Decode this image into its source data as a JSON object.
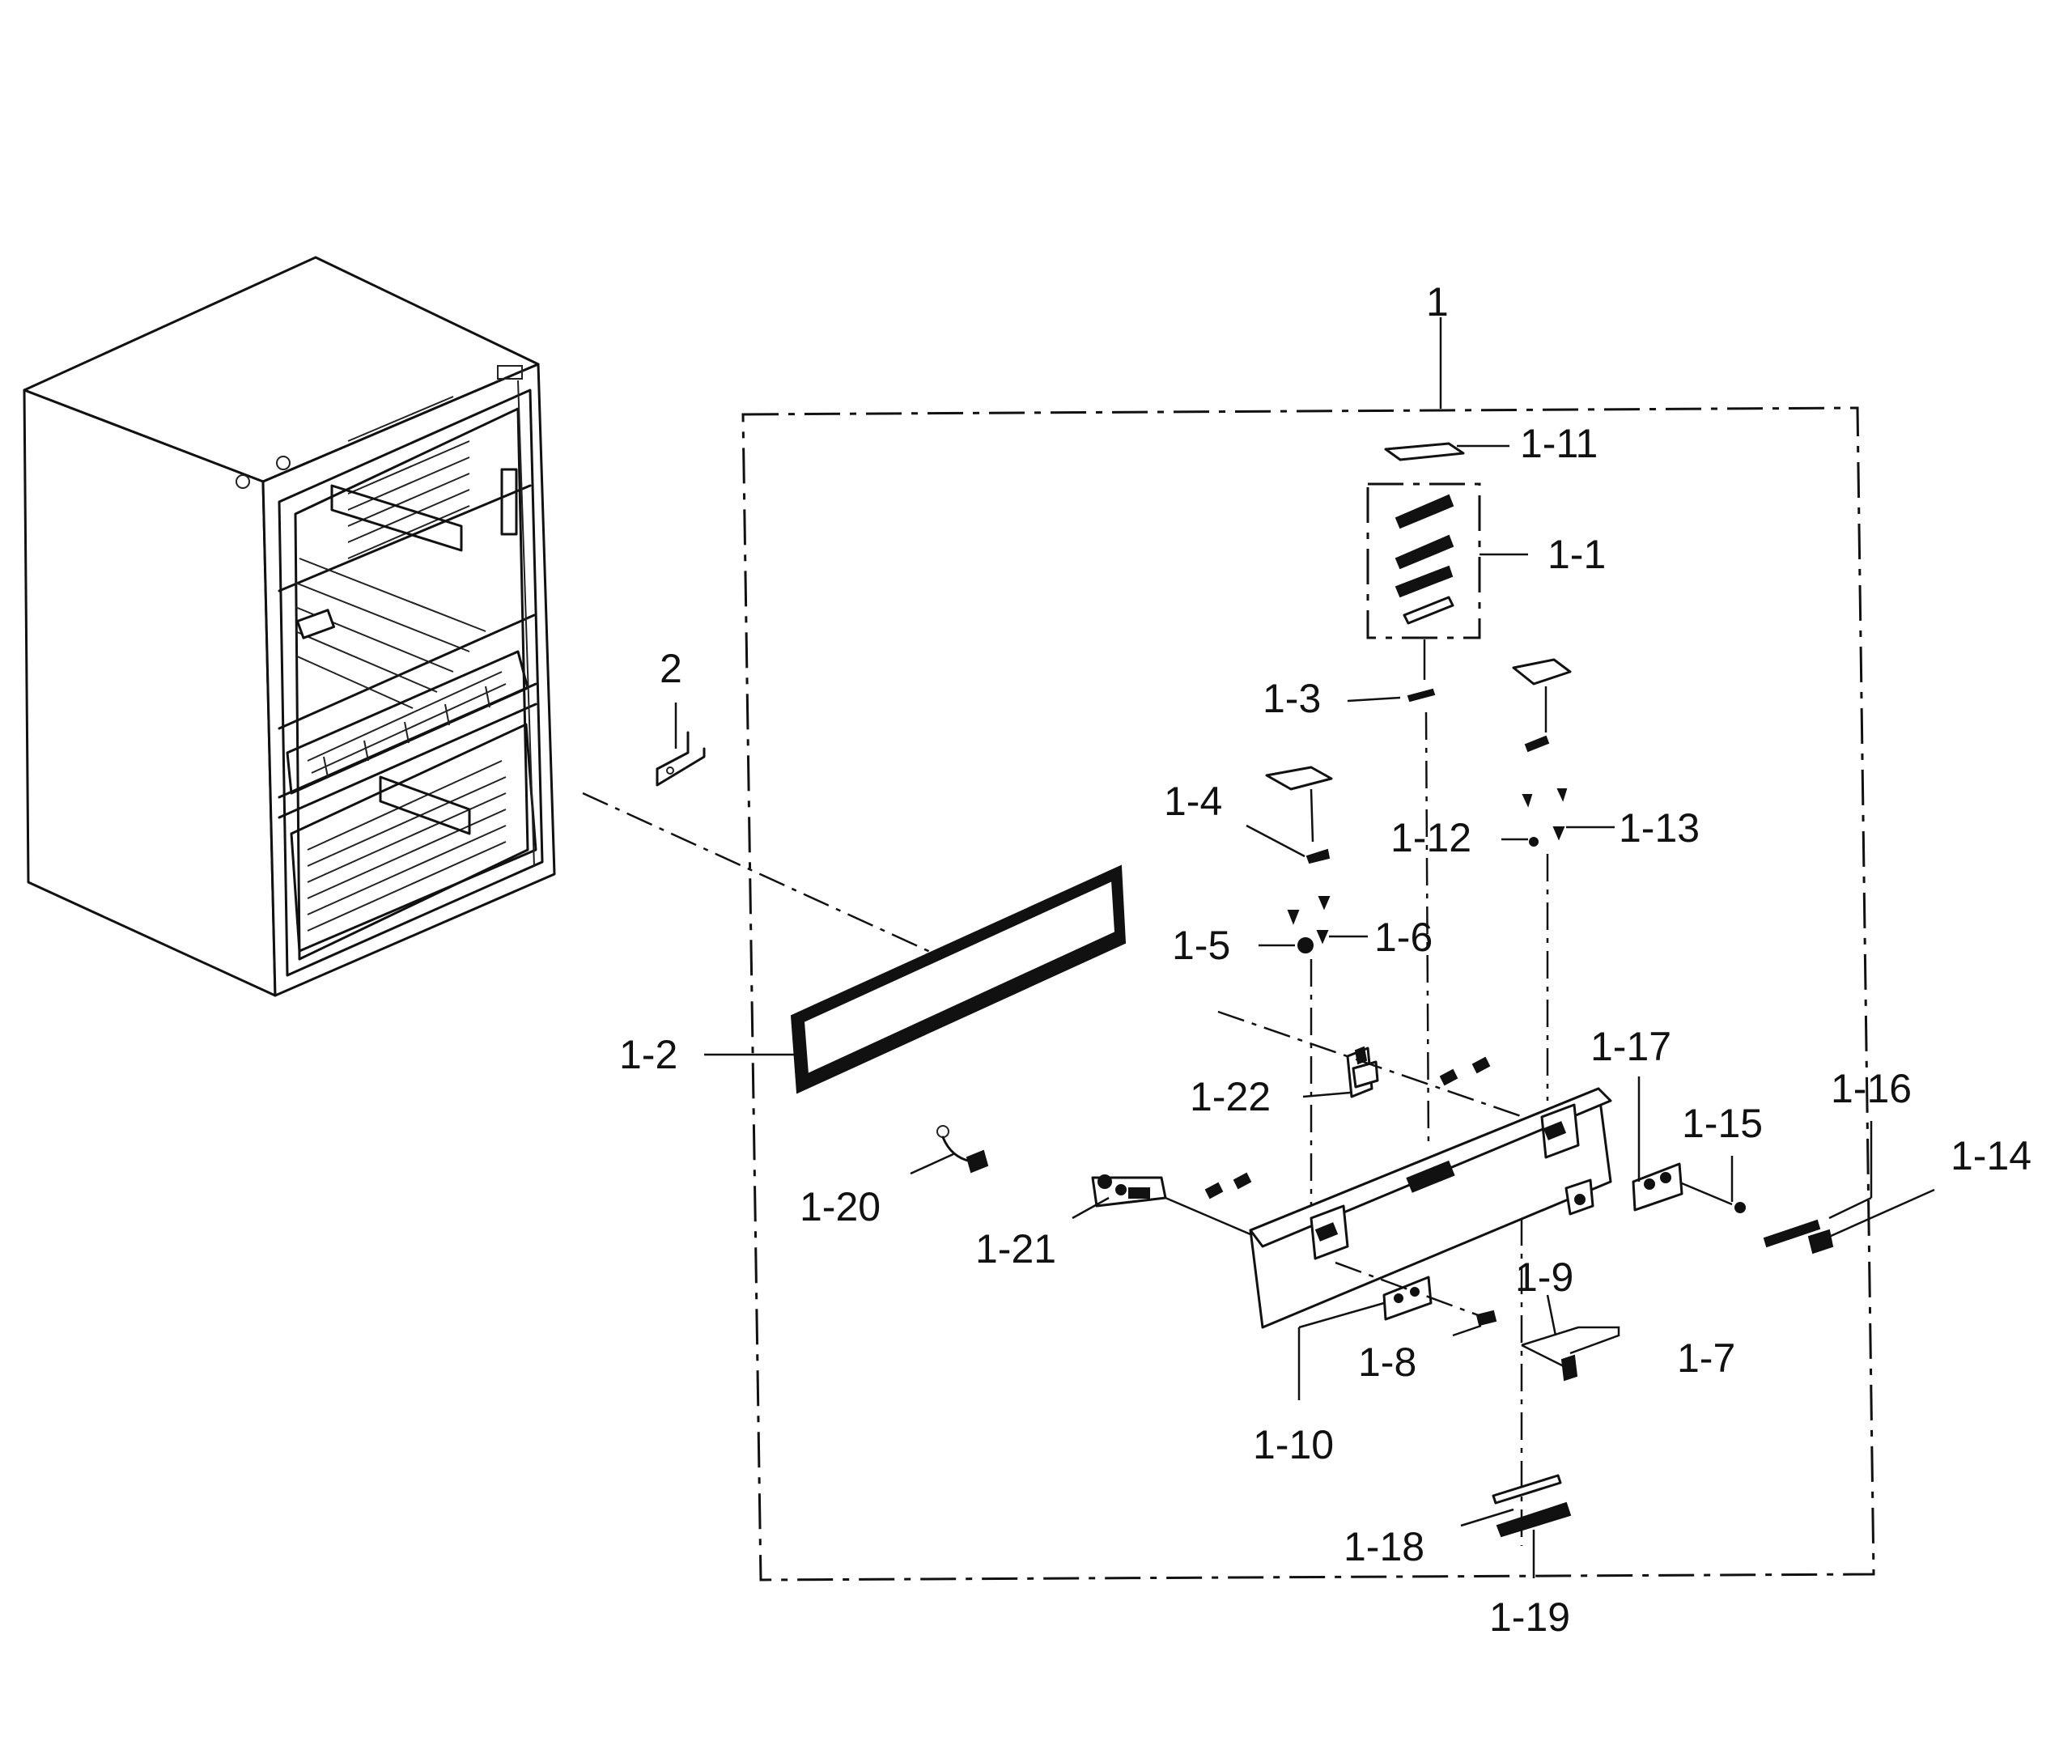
{
  "callouts": {
    "c1": "1",
    "c2": "2",
    "c1_1": "1-1",
    "c1_2": "1-2",
    "c1_3": "1-3",
    "c1_4": "1-4",
    "c1_5": "1-5",
    "c1_6": "1-6",
    "c1_7": "1-7",
    "c1_8": "1-8",
    "c1_9": "1-9",
    "c1_10": "1-10",
    "c1_11": "1-11",
    "c1_12": "1-12",
    "c1_13": "1-13",
    "c1_14": "1-14",
    "c1_15": "1-15",
    "c1_16": "1-16",
    "c1_17": "1-17",
    "c1_18": "1-18",
    "c1_19": "1-19",
    "c1_20": "1-20",
    "c1_21": "1-21",
    "c1_22": "1-22"
  }
}
